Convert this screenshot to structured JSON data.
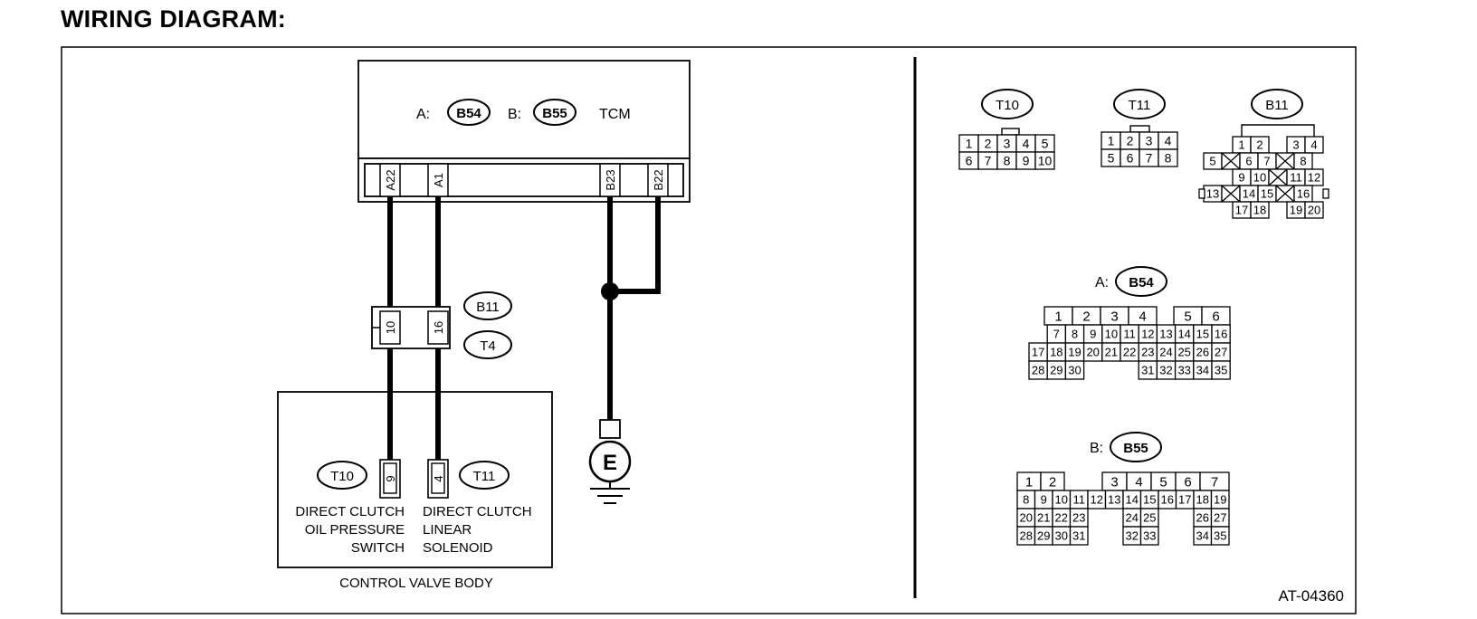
{
  "title": "WIRING DIAGRAM:",
  "tcm": {
    "prefix_a": "A:",
    "connector_a": "B54",
    "prefix_b": "B:",
    "connector_b": "B55",
    "label": "TCM",
    "pins": [
      "A22",
      "A1",
      "B23",
      "B22"
    ]
  },
  "junction": {
    "connector_top": "B11",
    "connector_bottom": "T4",
    "pins": [
      "10",
      "16"
    ]
  },
  "valve_body": {
    "label": "CONTROL VALVE BODY",
    "switch": {
      "connector": "T10",
      "pin": "9",
      "lines": [
        "DIRECT CLUTCH",
        "OIL PRESSURE",
        "SWITCH"
      ]
    },
    "solenoid": {
      "connector": "T11",
      "pin": "4",
      "lines": [
        "DIRECT CLUTCH",
        "LINEAR",
        "SOLENOID"
      ]
    }
  },
  "ground": {
    "label": "E"
  },
  "connectors": {
    "t10": {
      "name": "T10",
      "rows": [
        [
          "1",
          "2",
          "3",
          "4",
          "5"
        ],
        [
          "6",
          "7",
          "8",
          "9",
          "10"
        ]
      ]
    },
    "t11": {
      "name": "T11",
      "rows": [
        [
          "1",
          "2",
          "3",
          "4"
        ],
        [
          "5",
          "6",
          "7",
          "8"
        ]
      ]
    },
    "b11": {
      "name": "B11",
      "rows": [
        [
          "1",
          "2",
          "3",
          "4"
        ],
        [
          "5",
          "6",
          "7",
          "8"
        ],
        [
          "9",
          "10",
          "11",
          "12"
        ],
        [
          "13",
          "14",
          "15",
          "16"
        ],
        [
          "17",
          "18",
          "19",
          "20"
        ]
      ]
    },
    "b54": {
      "prefix": "A:",
      "name": "B54",
      "rows": [
        [
          "1",
          "2",
          "3",
          "4",
          "5",
          "6"
        ],
        [
          "7",
          "8",
          "9",
          "10",
          "11",
          "12",
          "13",
          "14",
          "15",
          "16"
        ],
        [
          "17",
          "18",
          "19",
          "20",
          "21",
          "22",
          "23",
          "24",
          "25",
          "26",
          "27"
        ],
        [
          "28",
          "29",
          "30",
          "31",
          "32",
          "33",
          "34",
          "35"
        ]
      ]
    },
    "b55": {
      "prefix": "B:",
      "name": "B55",
      "rows": [
        [
          "1",
          "2",
          "3",
          "4",
          "5",
          "6",
          "7"
        ],
        [
          "8",
          "9",
          "10",
          "11",
          "12",
          "13",
          "14",
          "15",
          "16",
          "17",
          "18",
          "19"
        ],
        [
          "20",
          "21",
          "22",
          "23",
          "24",
          "25",
          "26",
          "27"
        ],
        [
          "28",
          "29",
          "30",
          "31",
          "32",
          "33",
          "34",
          "35"
        ]
      ]
    }
  },
  "figure_code": "AT-04360"
}
